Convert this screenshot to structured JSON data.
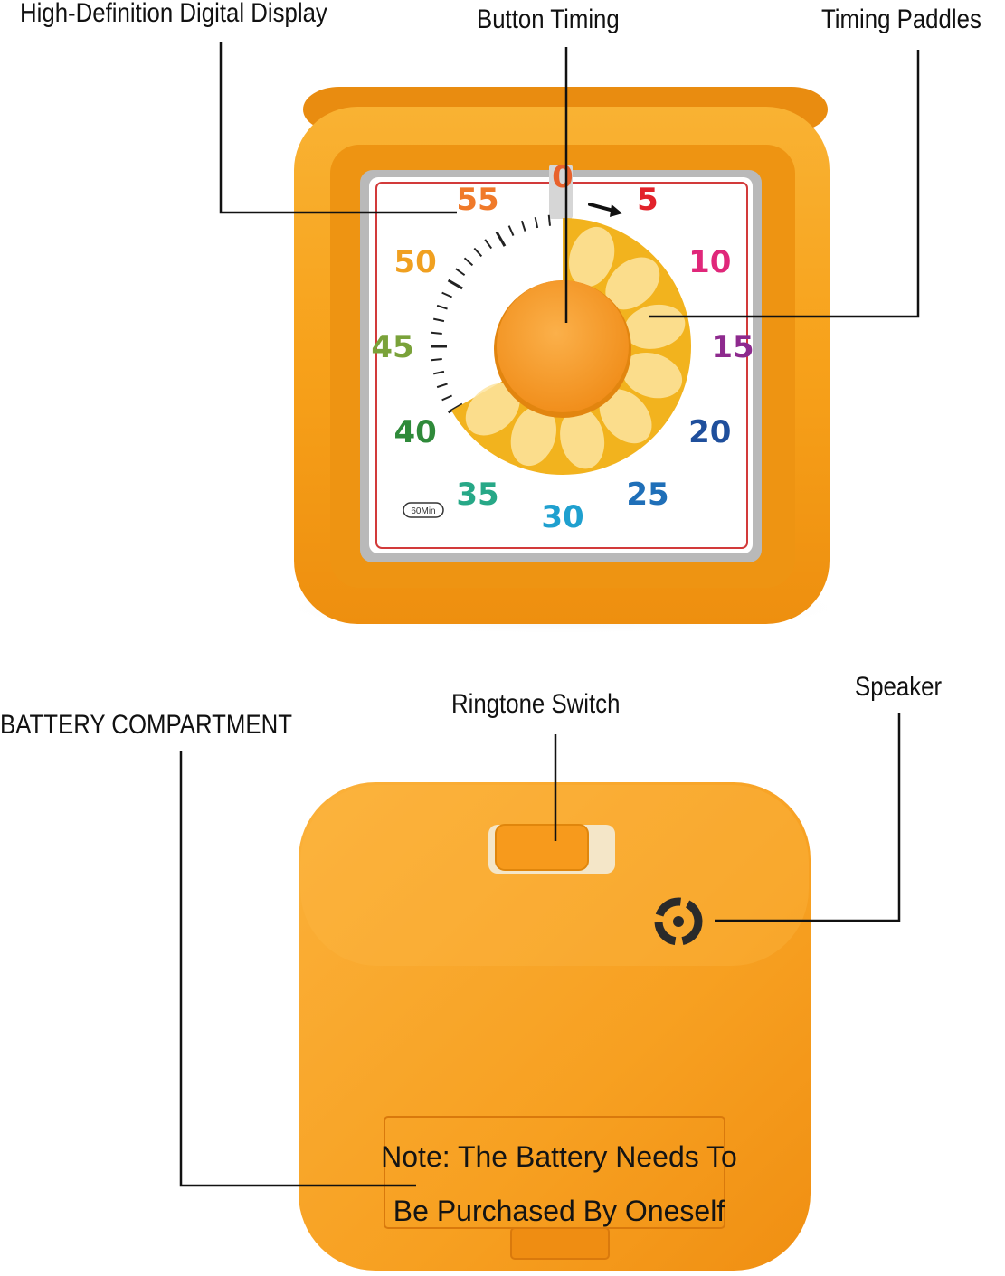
{
  "callouts": {
    "display": "High-Definition Digital Display",
    "button": "Button Timing",
    "paddles": "Timing Paddles",
    "battery": "BATTERY COMPARTMENT",
    "ringtone": "Ringtone Switch",
    "speaker": "Speaker"
  },
  "dial": {
    "numbers": [
      "0",
      "5",
      "10",
      "15",
      "20",
      "25",
      "30",
      "35",
      "40",
      "45",
      "50",
      "55"
    ],
    "number_colors": [
      "#e8622c",
      "#e2232b",
      "#e0277a",
      "#8e2a8e",
      "#1f4f9c",
      "#1f6fb8",
      "#1fa0cf",
      "#27a887",
      "#2f8a3a",
      "#7aa23a",
      "#f0a020",
      "#f07a2a"
    ],
    "range_badge": "60Min",
    "set_minutes": 40
  },
  "note": {
    "line1": "Note: The Battery Needs To",
    "line2": "Be Purchased By Oneself"
  },
  "colors": {
    "body": "#f7a11a",
    "body_dark": "#e8870e",
    "disc": "#f2b31e",
    "knob": "#f79a22",
    "border_red": "#d23a3a"
  }
}
